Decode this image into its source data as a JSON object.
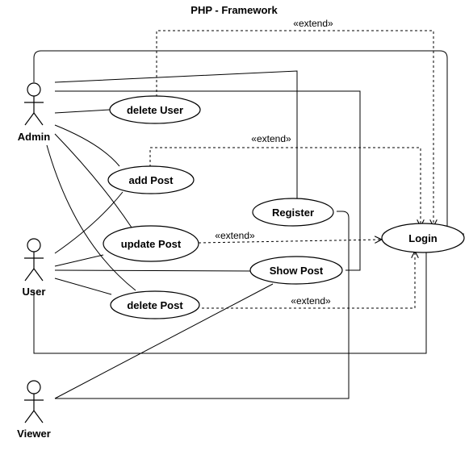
{
  "title": "PHP - Framework",
  "actors": {
    "admin": "Admin",
    "user": "User",
    "viewer": "Viewer"
  },
  "use_cases": {
    "delete_user": "delete User",
    "add_post": "add Post",
    "update_post": "update Post",
    "delete_post": "delete Post",
    "register": "Register",
    "show_post": "Show Post",
    "login": "Login"
  },
  "stereotypes": {
    "extend_delete_user": "«extend»",
    "extend_add_post": "«extend»",
    "extend_update_post": "«extend»",
    "extend_delete_post": "«extend»"
  }
}
